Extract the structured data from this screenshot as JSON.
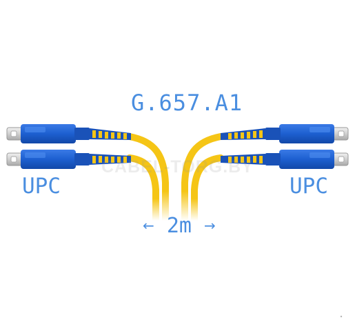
{
  "labels": {
    "spec": "G.657.A1",
    "left_connector": "UPC",
    "right_connector": "UPC",
    "length": "2m",
    "arrow_left": "←",
    "arrow_right": "→"
  },
  "watermark": "CABEL-TORG.BY",
  "colors": {
    "label": "#4a8ee0",
    "connector_body": "#1d5fd0",
    "boot": "#1a52b8",
    "cable": "#f5c516",
    "ferrule": "#d9d9d9"
  },
  "icons": {
    "connector": "sc-upc-connector-icon",
    "cable": "fiber-cable-icon"
  }
}
